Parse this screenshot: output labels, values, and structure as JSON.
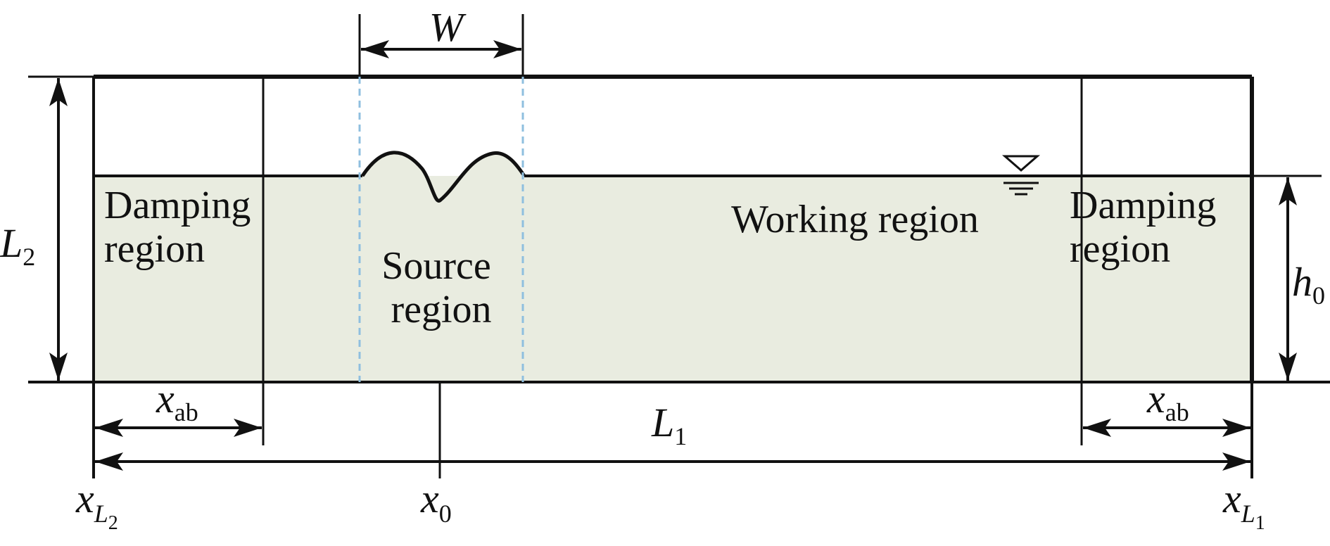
{
  "colors": {
    "water": "#e9ece0",
    "line": "#111111",
    "source_boundary": "#8fbfdf"
  },
  "icons": {
    "free_surface": "water-level-triangle-icon"
  },
  "regions": {
    "damping_left": [
      "Damping",
      "region"
    ],
    "source": [
      "Source",
      "region"
    ],
    "working": "Working region",
    "damping_right": [
      "Damping",
      "region"
    ]
  },
  "dims": {
    "W": "W",
    "L2": {
      "main": "L",
      "sub": "2"
    },
    "h0": {
      "main": "h",
      "sub": "0"
    },
    "L1": {
      "main": "L",
      "sub": "1"
    },
    "xab_left": {
      "main": "x",
      "sub": "ab"
    },
    "xab_right": {
      "main": "x",
      "sub": "ab"
    }
  },
  "axis": {
    "xL2": {
      "main": "x",
      "sub": "L",
      "subsub": "2"
    },
    "x0": {
      "main": "x",
      "sub": "0"
    },
    "xL1": {
      "main": "x",
      "sub": "L",
      "subsub": "1"
    }
  }
}
